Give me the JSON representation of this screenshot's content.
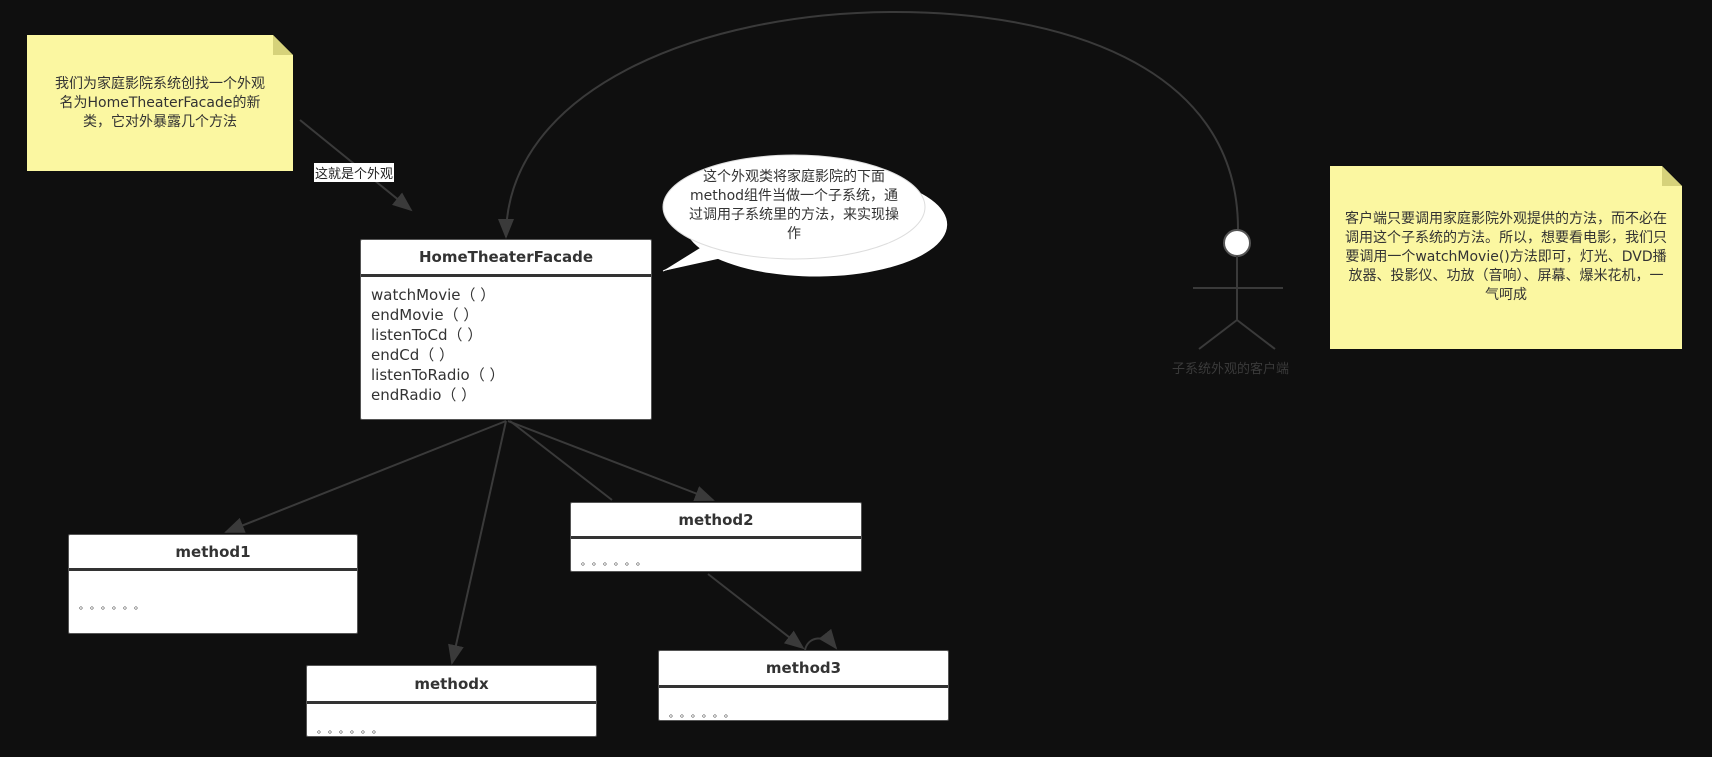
{
  "notes": {
    "facade_intro": "我们为家庭影院系统创找一个外观名为HomeTheaterFacade的新类，它对外暴露几个方法",
    "client_explanation": "客户端只要调用家庭影院外观提供的方法，而不必在调用这个子系统的方法。所以，想要看电影，我们只要调用一个watchMovie()方法即可，灯光、DVD播放器、投影仪、功放（音响）、屏幕、爆米花机，一气呵成"
  },
  "edge_label": "这就是个外观",
  "bubble": "这个外观类将家庭影院的下面method组件当做一个子系统，通过调用子系统里的方法，来实现操作",
  "facade_class": {
    "name": "HomeTheaterFacade",
    "methods": [
      "watchMovie（ ）",
      "endMovie（ ）",
      "listenToCd（ ）",
      "endCd（ ）",
      "listenToRadio（ ）",
      "endRadio（ ）"
    ]
  },
  "subsystems": [
    {
      "name": "method1",
      "body": "。。。。。。"
    },
    {
      "name": "method2",
      "body": "。。。。。。"
    },
    {
      "name": "methodx",
      "body": "。。。。。。"
    },
    {
      "name": "method3",
      "body": "。。。。。。"
    }
  ],
  "actor": {
    "label": "子系统外观的客户端"
  }
}
